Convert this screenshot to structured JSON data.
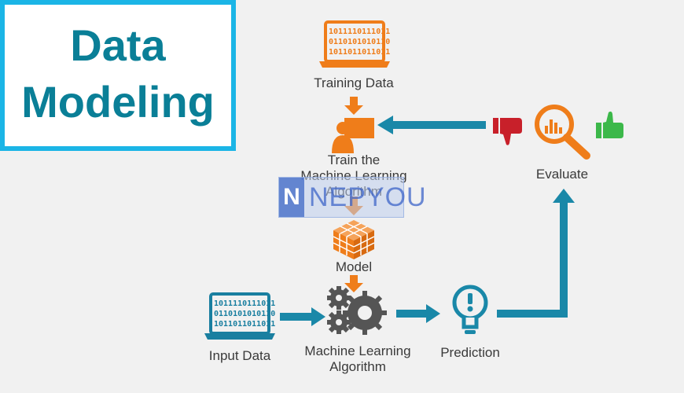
{
  "title": {
    "line1": "Data",
    "line2": "Modeling"
  },
  "nodes": {
    "training_data": "Training Data",
    "train": "Train the\nMachine Learning\nAlgorithm",
    "model": "Model",
    "input_data": "Input Data",
    "ml_algorithm": "Machine Learning\nAlgorithm",
    "prediction": "Prediction",
    "evaluate": "Evaluate"
  },
  "binary": {
    "training": [
      "1011110111011",
      "0110101010110",
      "1011011011011"
    ],
    "input": [
      "1011110111011",
      "0110101010110",
      "1011011011011"
    ]
  },
  "watermark": {
    "letter": "N",
    "text": "NEPYOU"
  },
  "colors": {
    "orange": "#ef7d1a",
    "teal": "#1a88a8",
    "red": "#c8202a",
    "green": "#3cb84a",
    "title": "#0a7f97",
    "border": "#1bb5e6"
  }
}
